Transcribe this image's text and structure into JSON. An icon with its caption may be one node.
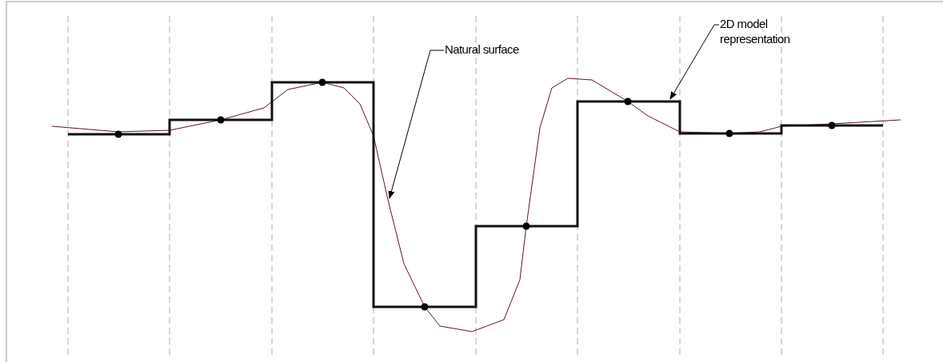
{
  "diagram": {
    "nodes": [
      {
        "text": [
          "Natural surface"
        ]
      },
      {
        "text": [
          "2D model representation"
        ]
      }
    ],
    "edges": [
      {
        "from": 0,
        "to": null,
        "arrow": "to"
      },
      {
        "from": 1,
        "to": null,
        "arrow": "to"
      }
    ]
  }
}
